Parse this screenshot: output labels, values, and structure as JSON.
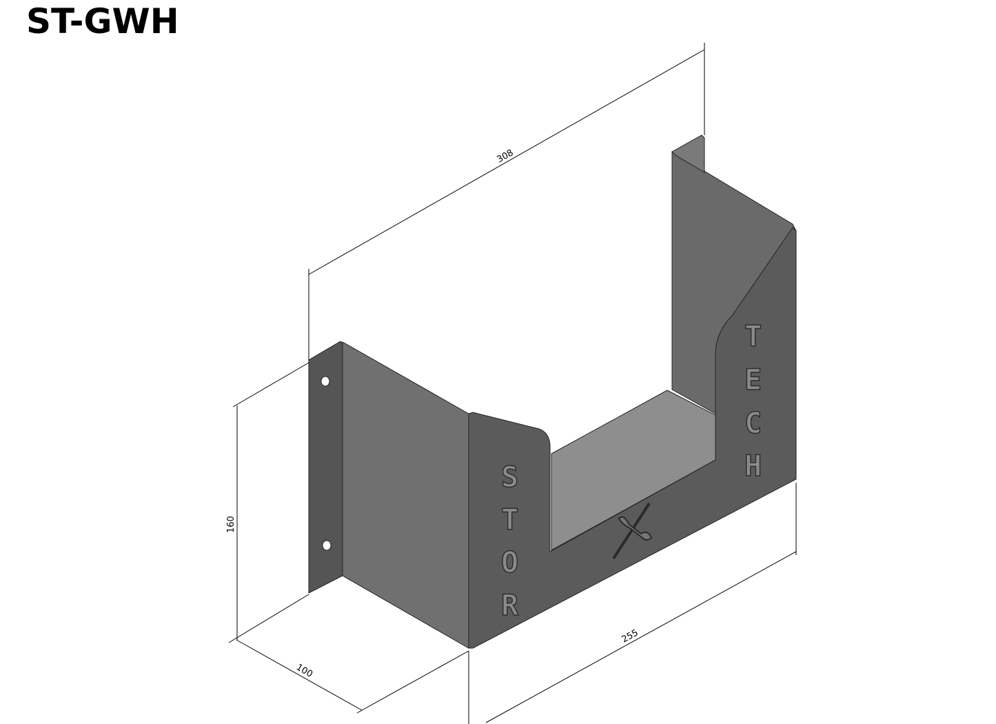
{
  "title": "ST-GWH",
  "dimensions": {
    "length_top": "308",
    "height": "160",
    "depth": "100",
    "length_bottom": "255"
  },
  "engraving": {
    "left": [
      "S",
      "T",
      "O",
      "R"
    ],
    "right": [
      "T",
      "E",
      "C",
      "H"
    ]
  },
  "colors": {
    "flange": "#555555",
    "side_panel": "#6f6f6f",
    "front_panel": "#5b5b5b",
    "back_panel": "#6a6a6a",
    "floor": "#8e8e8e"
  }
}
